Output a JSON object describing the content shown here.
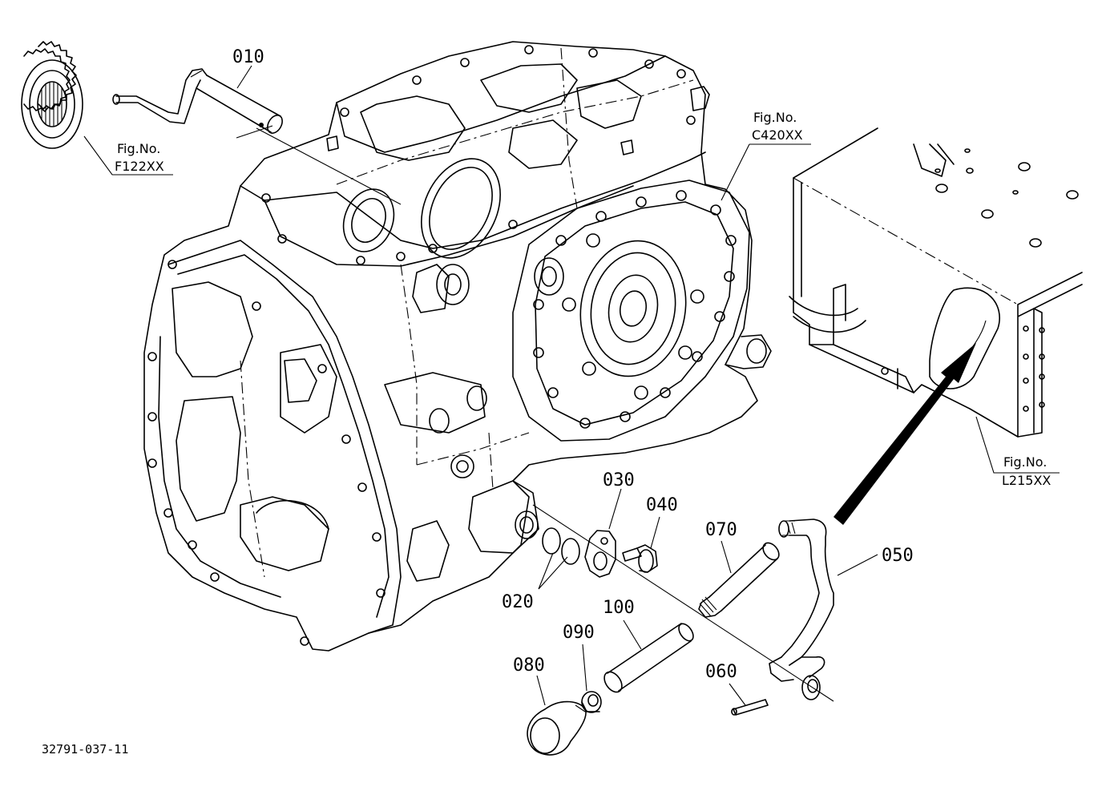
{
  "parts": [
    {
      "id": "p010",
      "number": "010"
    },
    {
      "id": "p020",
      "number": "020"
    },
    {
      "id": "p030",
      "number": "030"
    },
    {
      "id": "p040",
      "number": "040"
    },
    {
      "id": "p050",
      "number": "050"
    },
    {
      "id": "p060",
      "number": "060"
    },
    {
      "id": "p070",
      "number": "070"
    },
    {
      "id": "p080",
      "number": "080"
    },
    {
      "id": "p090",
      "number": "090"
    },
    {
      "id": "p100",
      "number": "100"
    }
  ],
  "figure_refs": [
    {
      "id": "f122",
      "prefix": "Fig.No.",
      "code": "F122XX"
    },
    {
      "id": "c420",
      "prefix": "Fig.No.",
      "code": "C420XX"
    },
    {
      "id": "l215",
      "prefix": "Fig.No.",
      "code": "L215XX"
    }
  ],
  "document_number": "32791-037-11"
}
